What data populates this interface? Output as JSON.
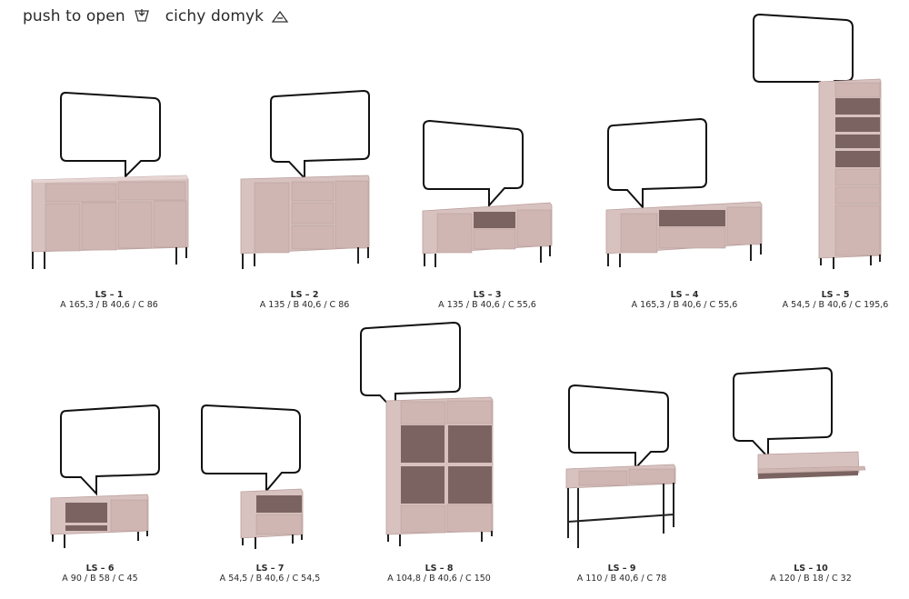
{
  "header": {
    "feature1": "push to open",
    "feature1_icon": "push-to-open-icon",
    "feature2": "cichy domyk",
    "feature2_icon": "soft-close-icon"
  },
  "colors": {
    "furniture": "#d8c2c0",
    "furniture_dark": "#b99f9c",
    "inside": "#7a6360",
    "legs": "#222222"
  },
  "products": [
    {
      "code": "LS – 1",
      "dims": "A 165,3 / B 40,6 / C 86"
    },
    {
      "code": "LS – 2",
      "dims": "A 135 / B 40,6 / C 86"
    },
    {
      "code": "LS – 3",
      "dims": "A 135 / B 40,6 / C 55,6"
    },
    {
      "code": "LS – 4",
      "dims": "A 165,3 / B 40,6 / C 55,6"
    },
    {
      "code": "LS – 5",
      "dims": "A 54,5 / B 40,6 / C 195,6"
    },
    {
      "code": "LS – 6",
      "dims": "A 90 / B 58 / C 45"
    },
    {
      "code": "LS – 7",
      "dims": "A 54,5 / B 40,6 / C 54,5"
    },
    {
      "code": "LS – 8",
      "dims": "A 104,8 / B 40,6 / C 150"
    },
    {
      "code": "LS – 9",
      "dims": "A 110 / B 40,6 / C 78"
    },
    {
      "code": "LS – 10",
      "dims": "A 120 / B 18 / C 32"
    }
  ]
}
